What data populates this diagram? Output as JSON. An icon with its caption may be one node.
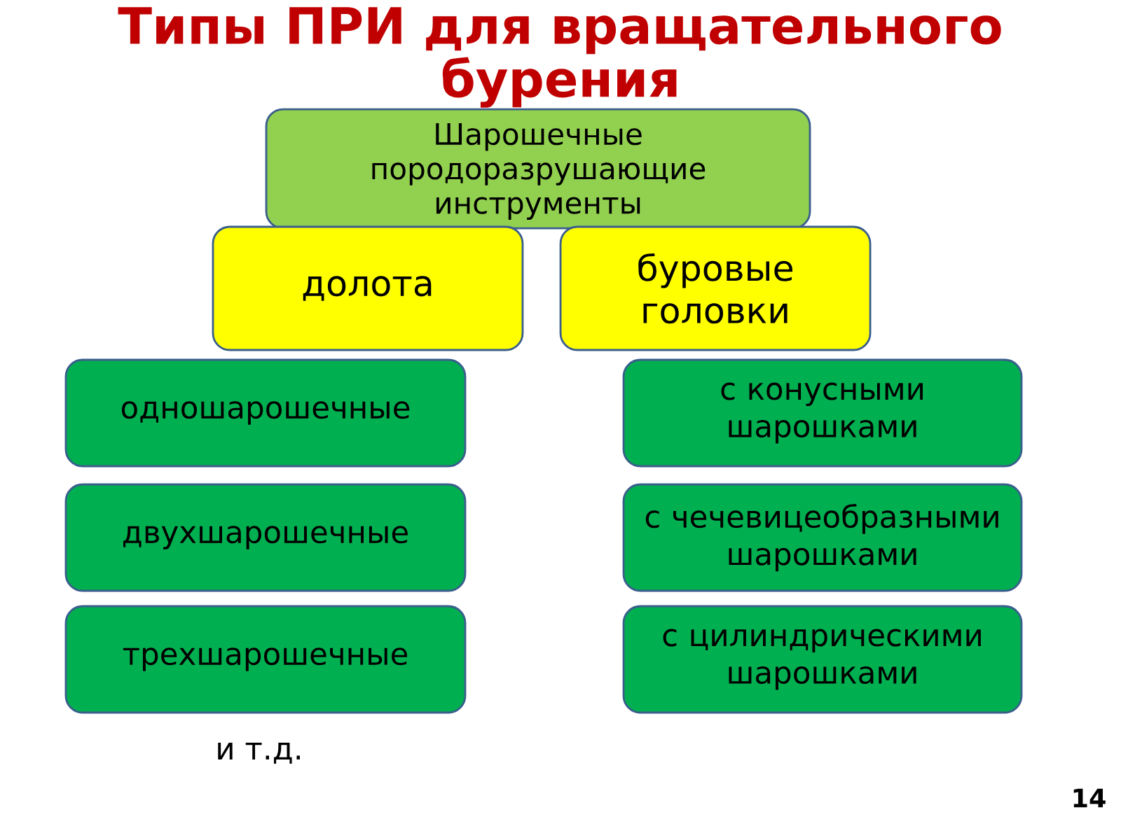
{
  "diagram": {
    "title": "Типы ПРИ для вращательного бурения",
    "nodes": [
      {
        "text": [
          "Шарошечные породоразрушающие инструменты"
        ]
      },
      {
        "text": [
          "долота"
        ]
      },
      {
        "text": [
          "буровые головки"
        ]
      },
      {
        "text": [
          "одношарошечные"
        ]
      },
      {
        "text": [
          "двухшарошечные"
        ]
      },
      {
        "text": [
          "трехшарошечные"
        ]
      },
      {
        "text": [
          "с конусными шарошками"
        ]
      },
      {
        "text": [
          "с чечевицеобразными шарошками"
        ]
      },
      {
        "text": [
          "с цилиндрическими шарошками"
        ]
      }
    ],
    "labels": [
      "и т.д.",
      "14"
    ]
  }
}
